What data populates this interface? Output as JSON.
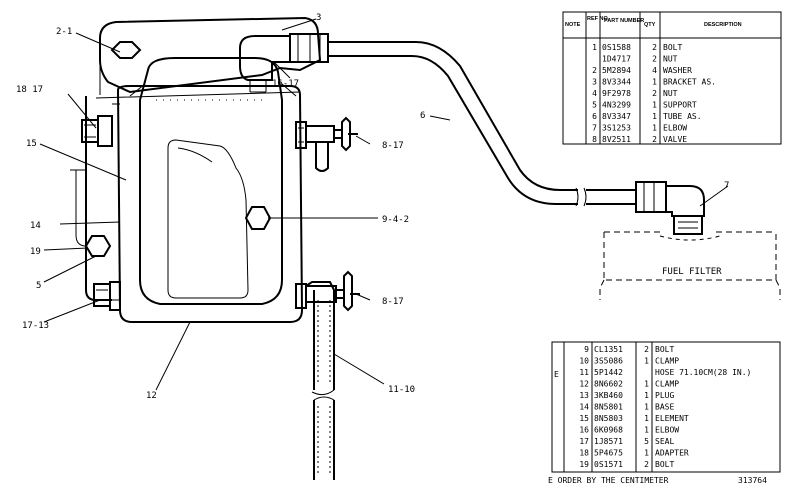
{
  "callouts": {
    "c1": "2-1",
    "c2": "3",
    "c3": "16-17",
    "c4": "18 17",
    "c5": "15",
    "c6": "14",
    "c7": "19",
    "c8": "5",
    "c9": "17-13",
    "c10": "12",
    "c11": "6",
    "c12": "8-17",
    "c13": "9-4-2",
    "c14": "8-17",
    "c15": "11-10",
    "c16": "7",
    "fuel_filter": "FUEL FILTER"
  },
  "table1": {
    "headers": {
      "note": "NOTE",
      "ref": "REF NO",
      "part": "PART NUMBER",
      "qty": "QTY",
      "desc": "DESCRIPTION"
    },
    "rows": [
      {
        "ref": "1",
        "part": "0S1588",
        "qty": "2",
        "desc": "BOLT"
      },
      {
        "ref": "",
        "part": "1D4717",
        "qty": "2",
        "desc": "NUT"
      },
      {
        "ref": "2",
        "part": "5M2894",
        "qty": "4",
        "desc": "WASHER"
      },
      {
        "ref": "3",
        "part": "8V3344",
        "qty": "1",
        "desc": "BRACKET AS."
      },
      {
        "ref": "4",
        "part": "9F2978",
        "qty": "2",
        "desc": "  NUT"
      },
      {
        "ref": "5",
        "part": "4N3299",
        "qty": "1",
        "desc": "SUPPORT"
      },
      {
        "ref": "6",
        "part": "8V3347",
        "qty": "1",
        "desc": "TUBE AS."
      },
      {
        "ref": "7",
        "part": "3S1253",
        "qty": "1",
        "desc": "ELBOW"
      },
      {
        "ref": "8",
        "part": "8V2511",
        "qty": "2",
        "desc": "VALVE"
      }
    ]
  },
  "table2": {
    "note_mark": "E",
    "rows": [
      {
        "ref": "9",
        "part": "CL1351",
        "qty": "2",
        "desc": "BOLT"
      },
      {
        "ref": "10",
        "part": "3S5086",
        "qty": "1",
        "desc": "CLAMP"
      },
      {
        "ref": "11",
        "part": "5P1442",
        "qty": "",
        "desc": "HOSE  71.10CM(28 IN.)"
      },
      {
        "ref": "12",
        "part": "8N6602",
        "qty": "1",
        "desc": "CLAMP"
      },
      {
        "ref": "13",
        "part": "3KB460",
        "qty": "1",
        "desc": "PLUG"
      },
      {
        "ref": "14",
        "part": "8N5801",
        "qty": "1",
        "desc": "BASE"
      },
      {
        "ref": "15",
        "part": "8N5803",
        "qty": "1",
        "desc": "ELEMENT"
      },
      {
        "ref": "16",
        "part": "6K0968",
        "qty": "1",
        "desc": "ELBOW"
      },
      {
        "ref": "17",
        "part": "1J8571",
        "qty": "5",
        "desc": "SEAL"
      },
      {
        "ref": "18",
        "part": "5P4675",
        "qty": "1",
        "desc": "ADAPTER"
      },
      {
        "ref": "19",
        "part": "0S1571",
        "qty": "2",
        "desc": "BOLT"
      }
    ]
  },
  "footer": {
    "order_note": "E  ORDER BY THE CENTIMETER",
    "illustration_no": "313764"
  }
}
